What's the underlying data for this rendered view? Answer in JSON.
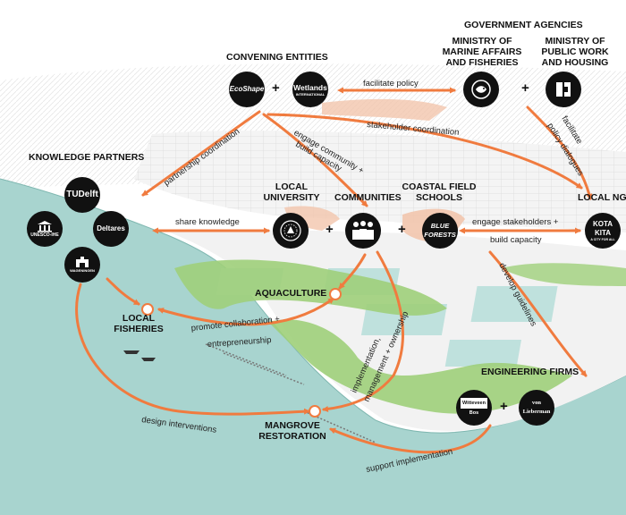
{
  "headings": {
    "convening": "CONVENING ENTITIES",
    "government": "GOVERNMENT AGENCIES",
    "knowledge": "KNOWLEDGE PARTNERS",
    "local_university": "LOCAL\nUNIVERSITY",
    "communities": "COMMUNITIES",
    "coastal_schools": "COASTAL FIELD\nSCHOOLS",
    "local_ngo": "LOCAL NG",
    "engineering": "ENGINEERING FIRMS",
    "ministry_marine": "MINISTRY OF\nMARINE AFFAIRS\nAND FISHERIES",
    "ministry_public": "MINISTRY OF\nPUBLIC WORK\nAND HOUSING"
  },
  "hubs": {
    "aquaculture": "AQUACULTURE",
    "local_fisheries": "LOCAL\nFISHERIES",
    "mangrove": "MANGROVE\nRESTORATION"
  },
  "logos": {
    "ecoshape": "EcoShape",
    "wetlands": "Wetlands",
    "wetlands_sub": "INTERNATIONAL",
    "tudelft": "TUDelft",
    "unesco": "UNESCO-IHE",
    "deltares": "Deltares",
    "wageningen": "WAGENINGEN",
    "blue_forests": "BLUE\nFORESTS",
    "kota_kita": "KOTA\nKITA",
    "kota_kita_sub": "A CITY FOR ALL",
    "witteveen": "Witteveen",
    "bos": "Bos",
    "lieberman": "von\nLieberman"
  },
  "edges": {
    "facilitate_policy": "facilitate policy",
    "stakeholder_coordination": "stakeholder coordination",
    "partnership_coordination": "partnership coordination",
    "engage_community": "engage community +",
    "build_capacity": "build capacity",
    "facilitate": "facilitate",
    "policy_dialogues": "policy dialogues",
    "share_knowledge": "share knowledge",
    "engage_stakeholders": "engage stakeholders +",
    "build_capacity_2": "build capacity",
    "develop_guidelines": "develop guidelines",
    "promote_collaboration": "promote collaboration +",
    "entrepreneurship": "entrepreneurship",
    "implementation": "implementation,",
    "management_ownership": "management + ownership",
    "design_interventions": "design interventions",
    "support_implementation": "support implementation"
  },
  "colors": {
    "arrow": "#f07b3f",
    "sea": "#a8d4cf",
    "mangrove": "#9fcf7a",
    "node": "#111111"
  }
}
